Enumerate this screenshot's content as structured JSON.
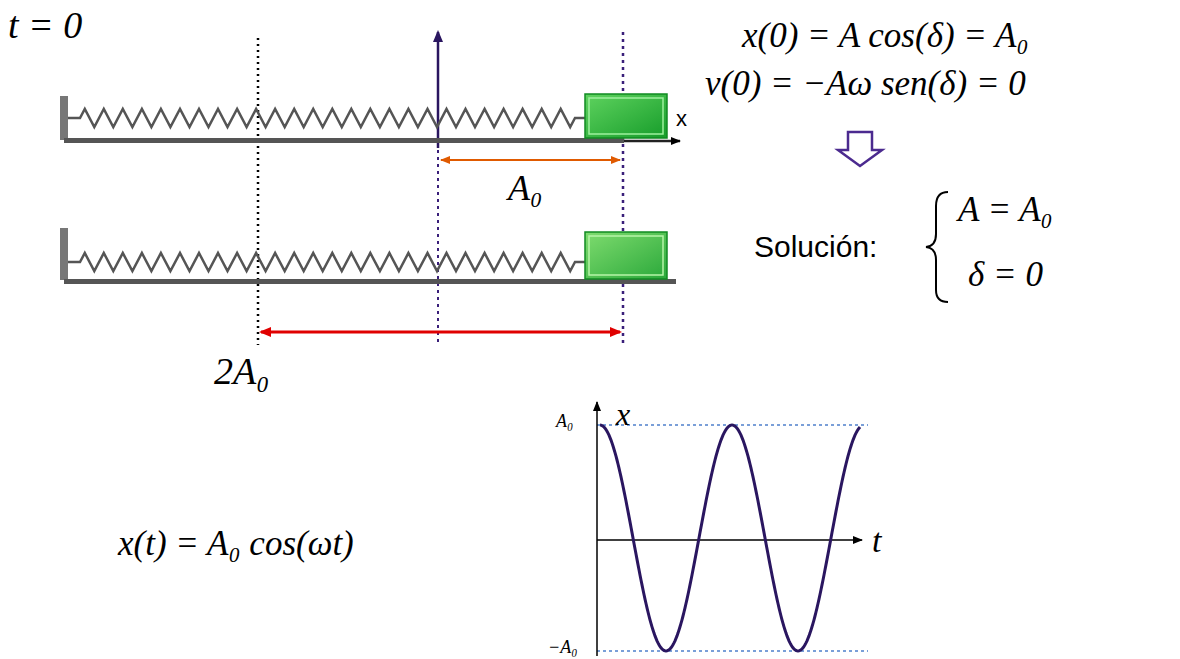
{
  "diagram": {
    "labels": [
      "t = 0",
      "x",
      "A₀",
      "2A₀",
      "x(0) = A cos(δ) = A₀",
      "v(0) = −Aω sen(δ) = 0",
      "Solución:",
      "A = A₀",
      "δ = 0",
      "x(t) = A₀ cos(ωt)",
      "x",
      "t",
      "A₀",
      "−A₀"
    ]
  }
}
